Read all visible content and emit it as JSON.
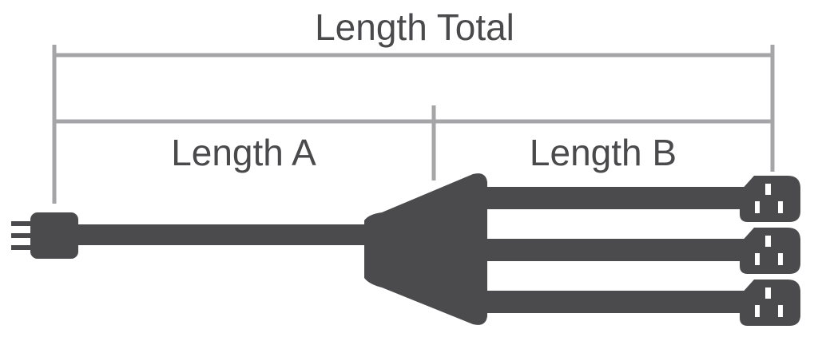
{
  "labels": {
    "total": "Length Total",
    "a": "Length A",
    "b": "Length B"
  },
  "colors": {
    "dimension_line": "#a5a5a8",
    "cable": "#4b4b4d",
    "label_text": "#4a4a4c",
    "background": "#ffffff"
  },
  "components": {
    "plug_icon": "male-plug-icon",
    "splitter_icon": "splitter-hub-icon",
    "connector_icon": "female-connector-icon",
    "output_count": 3
  }
}
